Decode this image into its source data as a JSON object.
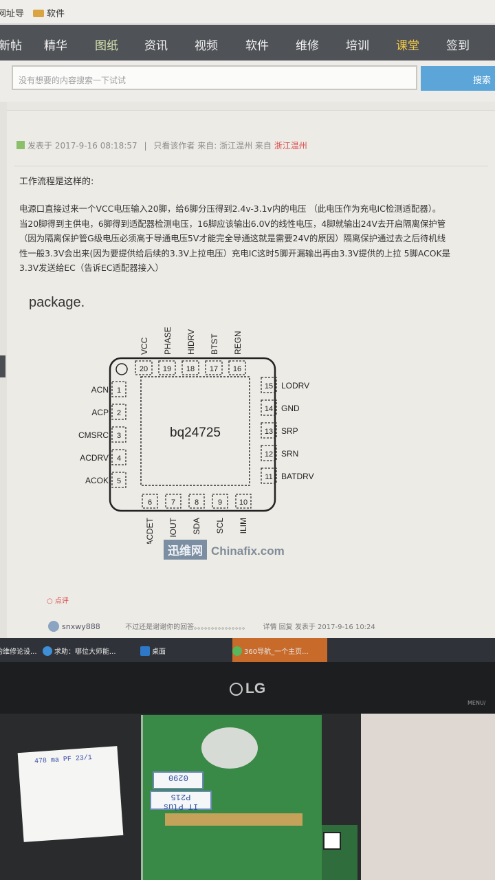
{
  "bookmarks": {
    "items": [
      "网址导",
      "软件"
    ]
  },
  "nav": {
    "items": [
      "新帖",
      "精华",
      "图纸",
      "资讯",
      "视频",
      "软件",
      "维修",
      "培训",
      "课堂",
      "签到"
    ]
  },
  "search": {
    "placeholder": "没有想要的内容搜索一下试试",
    "button": "搜索"
  },
  "post": {
    "meta_posted": "发表于 2017-9-16 08:18:57",
    "meta_only_author": "只看该作者",
    "meta_from": "来自:",
    "meta_location1": "浙江温州",
    "meta_from2": "来自",
    "meta_location2": "浙江温州",
    "heading": "工作流程是这样的:",
    "body_lines": [
      "电源口直接过来一个VCC电压输入20脚，给6脚分压得到2.4v-3.1v内的电压 （此电压作为充电IC检测适配器）。",
      "当20脚得到主供电，6脚得到适配器检测电压，16脚应该输出6.0V的线性电压，4脚就输出24V去开启隔离保护管",
      "（因为隔离保护管G级电压必须高于导通电压5V才能完全导通这就是需要24V的原因）隔离保护通过去之后待机线",
      "性一般3.3V会出来(因为要提供给后续的3.3V上拉电压）充电IC这时5脚开漏输出再由3.3V提供的上拉 5脚ACOK是",
      "3.3V发送给EC（告诉EC适配器接入）"
    ],
    "package_text": "package.",
    "comment_btn": "点评"
  },
  "chip": {
    "name": "bq24725",
    "top_pins": [
      {
        "num": "20",
        "label": "VCC"
      },
      {
        "num": "19",
        "label": "PHASE"
      },
      {
        "num": "18",
        "label": "HIDRV"
      },
      {
        "num": "17",
        "label": "BTST"
      },
      {
        "num": "16",
        "label": "REGN"
      }
    ],
    "left_pins": [
      {
        "num": "1",
        "label": "ACN"
      },
      {
        "num": "2",
        "label": "ACP"
      },
      {
        "num": "3",
        "label": "CMSRC"
      },
      {
        "num": "4",
        "label": "ACDRV"
      },
      {
        "num": "5",
        "label": "ACOK"
      }
    ],
    "right_pins": [
      {
        "num": "15",
        "label": "LODRV"
      },
      {
        "num": "14",
        "label": "GND"
      },
      {
        "num": "13",
        "label": "SRP"
      },
      {
        "num": "12",
        "label": "SRN"
      },
      {
        "num": "11",
        "label": "BATDRV"
      }
    ],
    "bottom_pins": [
      {
        "num": "6",
        "label": "ACDET"
      },
      {
        "num": "7",
        "label": "IOUT"
      },
      {
        "num": "8",
        "label": "SDA"
      },
      {
        "num": "9",
        "label": "SCL"
      },
      {
        "num": "10",
        "label": "ILIM"
      }
    ]
  },
  "watermark": {
    "brand_cn": "迅维网",
    "brand_en": "Chinafix.com"
  },
  "reply": {
    "user": "snxwy888",
    "text": "不过还是谢谢你的回答。。。。。。。。。。。。。。。",
    "actions": "详情 回复",
    "time": "发表于 2017-9-16 10:24"
  },
  "taskbar": {
    "items": [
      "的维修论设...",
      "求助：哪位大师能...",
      "桌面",
      "360导航_一个主页..."
    ]
  },
  "monitor": {
    "logo": "LG",
    "menu": "MENU/"
  },
  "desk": {
    "paper_note": "478 ma   PF 23/1",
    "label1": "0290",
    "label2": "IT Plus P215"
  },
  "colors": {
    "nav_bg": "#4f5257",
    "accent_red": "#d94a4a",
    "search_button": "#5ba5d9",
    "taskbar_active": "#c76a2a"
  }
}
